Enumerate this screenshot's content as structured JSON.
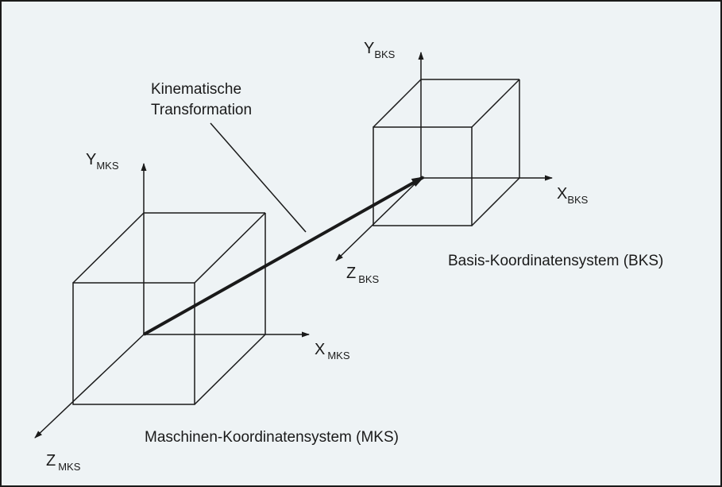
{
  "colors": {
    "background": "#eef3f5",
    "frame": "#1a1a1a",
    "lines": "#1a1a1a"
  },
  "mks": {
    "axis_x": {
      "letter": "X",
      "subscript": "MKS"
    },
    "axis_y": {
      "letter": "Y",
      "subscript": "MKS"
    },
    "axis_z": {
      "letter": "Z",
      "subscript": "MKS"
    },
    "caption": "Maschinen-Koordinatensystem (MKS)"
  },
  "bks": {
    "axis_x": {
      "letter": "X",
      "subscript": "BKS"
    },
    "axis_y": {
      "letter": "Y",
      "subscript": "BKS"
    },
    "axis_z": {
      "letter": "Z",
      "subscript": "BKS"
    },
    "caption": "Basis-Koordinatensystem (BKS)"
  },
  "transformation": {
    "line1": "Kinematische",
    "line2": "Transformation"
  }
}
